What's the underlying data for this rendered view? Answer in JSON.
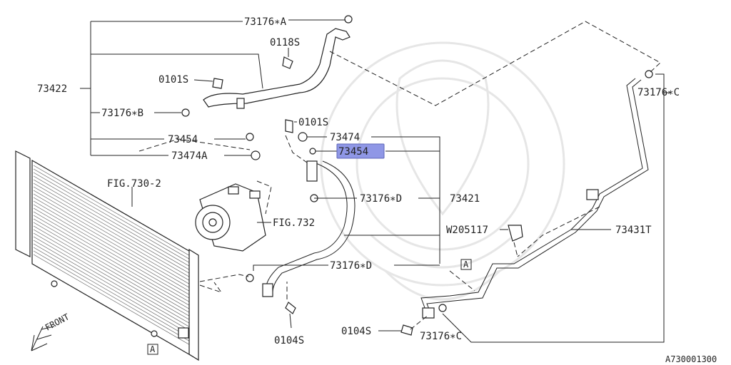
{
  "labels": {
    "p73176A": "73176∗A",
    "p0118S": "0118S",
    "p73422": "73422",
    "p0101S_a": "0101S",
    "p73176B": "73176∗B",
    "p73454_a": "73454",
    "p73474A": "73474A",
    "p0101S_b": "0101S",
    "p73474": "73474",
    "p73454_b": "73454",
    "fig7302": "FIG.730-2",
    "p73176D_a": "73176∗D",
    "p73421": "73421",
    "fig732": "FIG.732",
    "w205117": "W205117",
    "p73431T": "73431T",
    "p73176C_a": "73176∗C",
    "p73176D_b": "73176∗D",
    "boxA_1": "A",
    "boxA_2": "A",
    "p0104S_a": "0104S",
    "p0104S_b": "0104S",
    "p73176C_b": "73176∗C",
    "front": "FRONT",
    "code": "A730001300"
  },
  "highlight_color": "#8f97e6"
}
